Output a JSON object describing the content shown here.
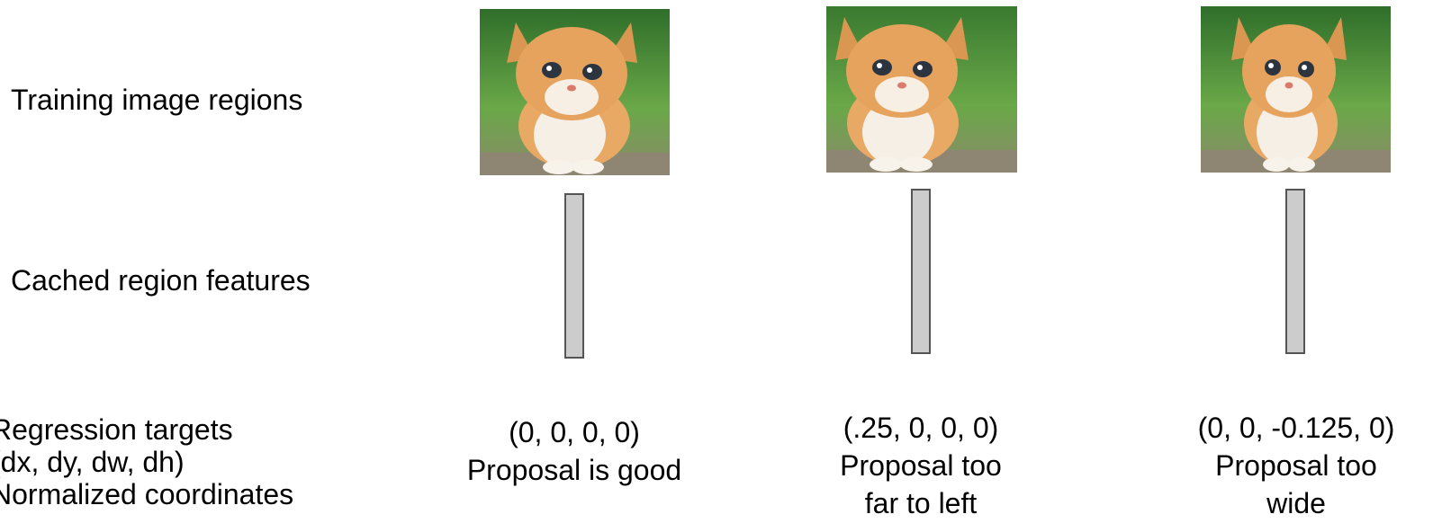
{
  "labels": {
    "row1": "Training image regions",
    "row2": "Cached region features",
    "row3_line1": "Regression targets",
    "row3_line2": "(dx, dy, dw, dh)",
    "row3_line3": "Normalized coordinates"
  },
  "columns": [
    {
      "target": "(0, 0, 0, 0)",
      "desc_line1": "Proposal is good",
      "desc_line2": ""
    },
    {
      "target": "(.25, 0, 0, 0)",
      "desc_line1": "Proposal too",
      "desc_line2": "far to left"
    },
    {
      "target": "(0, 0, -0.125, 0)",
      "desc_line1": "Proposal too",
      "desc_line2": "wide"
    }
  ],
  "colors": {
    "bar_fill": "#cccccc",
    "bar_border": "#555555",
    "fur": "#e2a25d",
    "grass": "#5e9d3c"
  }
}
